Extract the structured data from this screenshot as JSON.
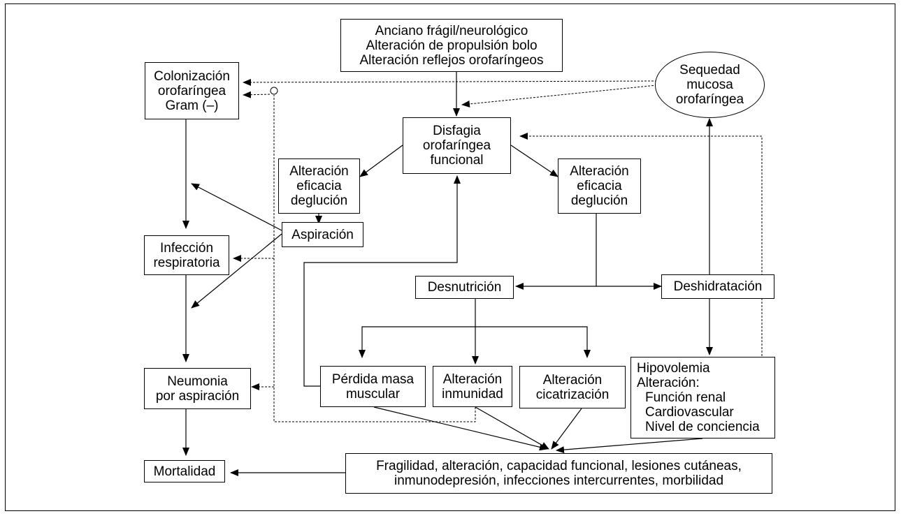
{
  "nodes": {
    "anciano": [
      "Anciano frágil/neurológico",
      "Alteración de propulsión bolo",
      "Alteración reflejos orofaríngeos"
    ],
    "colonizacion": [
      "Colonización",
      "orofaríngea",
      "Gram (–)"
    ],
    "sequedad": [
      "Sequedad",
      "mucosa",
      "orofaríngea"
    ],
    "disfagia": [
      "Disfagia",
      "orofaríngea",
      "funcional"
    ],
    "eficacia_left": [
      "Alteración",
      "eficacia",
      "deglución"
    ],
    "eficacia_right": [
      "Alteración",
      "eficacia",
      "deglución"
    ],
    "aspiracion": "Aspiración",
    "infeccion": [
      "Infección",
      "respiratoria"
    ],
    "desnutricion": "Desnutrición",
    "deshidratacion": "Deshidratación",
    "perdida": [
      "Pérdida masa",
      "muscular"
    ],
    "inmunidad": [
      "Alteración",
      "inmunidad"
    ],
    "cicatrizacion": [
      "Alteración",
      "cicatrización"
    ],
    "hipovolemia": [
      "Hipovolemia",
      "Alteración:",
      "Función renal",
      "Cardiovascular",
      "Nivel de conciencia"
    ],
    "neumonia": [
      "Neumonia",
      "por aspiración"
    ],
    "mortalidad": "Mortalidad",
    "fragilidad": [
      "Fragilidad, alteración, capacidad funcional, lesiones cutáneas,",
      "inmunodepresión, infecciones intercurrentes, morbilidad"
    ]
  }
}
